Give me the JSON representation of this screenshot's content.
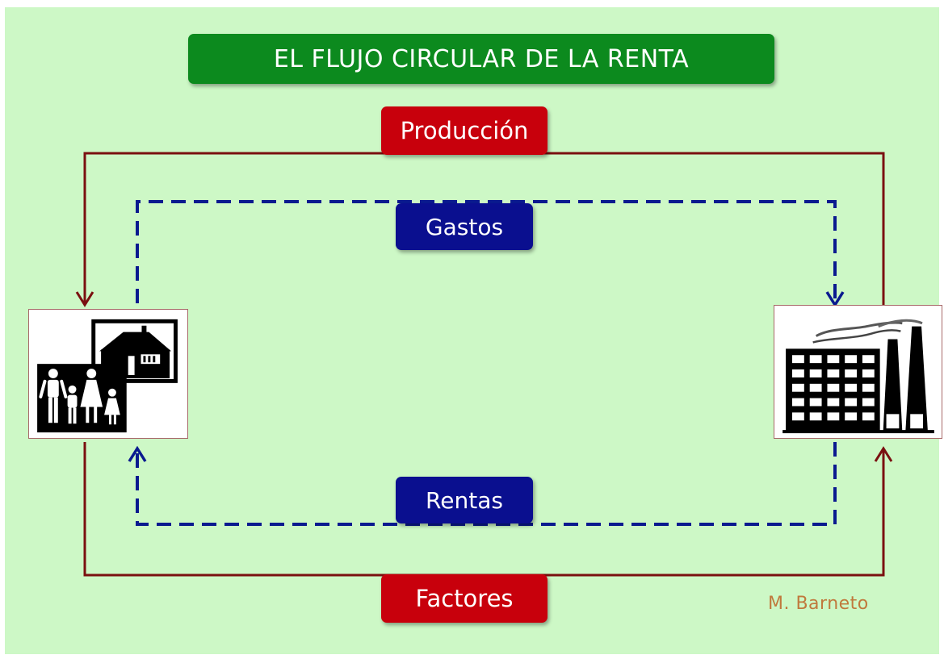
{
  "diagram": {
    "title": "EL FLUJO CIRCULAR DE LA RENTA",
    "real_flows": {
      "top": "Producción",
      "bottom": "Factores"
    },
    "monetary_flows": {
      "top": "Gastos",
      "bottom": "Rentas"
    },
    "nodes": {
      "left": {
        "icon": "family-house-icon"
      },
      "right": {
        "icon": "factory-icon"
      }
    },
    "author": "M. Barneto",
    "colors": {
      "background": "#cdf8c6",
      "title_box": "#0c8a1e",
      "real_flow": "#7a1010",
      "real_label": "#c8000c",
      "monetary_flow": "#0a1a8f",
      "monetary_label": "#0a0f8f",
      "author_text": "#c0793c"
    }
  }
}
